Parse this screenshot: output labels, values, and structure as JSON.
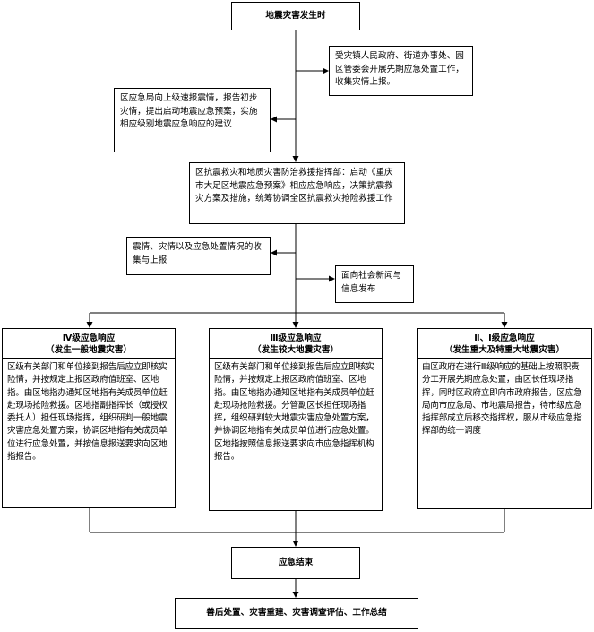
{
  "flow": {
    "start": "地震灾害发生时",
    "township_action": "受灾镇人民政府、街道办事处、园区管委会开展先期应急处置工作，收集灾情上报。",
    "emergency_bureau": "区应急局向上级速报震情，报告初步灾情，提出启动地震应急预案，实施相应级别地震应急响应的建议",
    "command_hq": "区抗震救灾和地质灾害防治救援指挥部：启动《重庆市大足区地震应急预案》相应应急响应，决策抗震救灾方案及措施，统筹协调全区抗震救灾抢险救援工作",
    "info_collect": "震情、灾情以及应急处置情况的收集与上报",
    "news": "面向社会新闻与信息发布",
    "responses": [
      {
        "title": "Ⅳ级应急响应",
        "subtitle": "（发生一般地震灾害）",
        "body": "区级有关部门和单位接到报告后应立即核实险情，并按规定上报区政府值班室、区地指。由区地指办通知区地指有关成员单位赶赴现场抢险救援。区地指副指挥长（或授权委托人）担任现场指挥，组织研判一般地震灾害应急处置方案，协调区地指有关成员单位进行应急处置，并按信息报送要求向区地指报告。"
      },
      {
        "title": "Ⅲ级应急响应",
        "subtitle": "（发生较大地震灾害）",
        "body": "区级有关部门和单位接到报告后应立即核实险情，并按规定上报区政府值班室、区地指。由区地指办通知区地指有关成员单位赶赴现场抢险救援。分管副区长担任现场指挥，组织研判较大地震灾害应急处置方案，并协调区地指有关成员单位进行应急处置。区地指按照信息报送要求向市应急指挥机构报告。"
      },
      {
        "title": "Ⅱ、Ⅰ级应急响应",
        "subtitle": "（发生重大及特重大地震灾害）",
        "body": "由区政府在进行Ⅲ级响应的基础上按照职责分工开展先期应急处置，由区长任现场指挥，同时区政府立即向市政府报告，区应急局向市应急局、市地震局报告，待市级应急指挥部成立后移交指挥权，服从市级应急指挥部的统一调度"
      }
    ],
    "end": "应急结束",
    "aftermath": "善后处置、灾害重建、灾害调查评估、工作总结"
  }
}
